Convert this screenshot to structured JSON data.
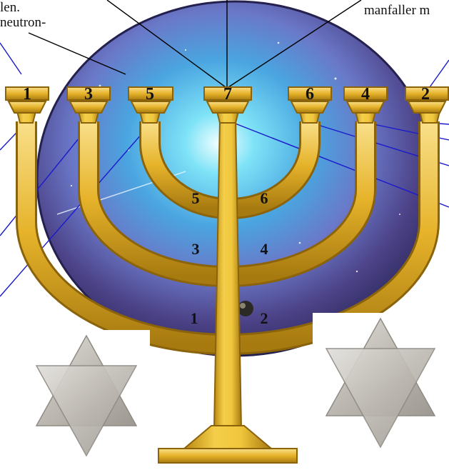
{
  "captions": {
    "left_line_1": "len.",
    "left_line_2": "neutron-",
    "right_line_1": "manfaller m"
  },
  "cups": [
    {
      "label": "1"
    },
    {
      "label": "3"
    },
    {
      "label": "5"
    },
    {
      "label": "7"
    },
    {
      "label": "6"
    },
    {
      "label": "4"
    },
    {
      "label": "2"
    }
  ],
  "arm_labels": [
    "5",
    "6",
    "3",
    "4",
    "1",
    "2"
  ],
  "colors": {
    "gold": "#e9b82c",
    "gold_dark": "#a77a10",
    "gold_light": "#f7dc7a",
    "leader_blue": "#1a1acc",
    "leader_black": "#000000",
    "galaxy_core": "#6fd6f2",
    "galaxy_mid": "#5b77c9",
    "galaxy_outer": "#3d3a78",
    "star_of_david": "#c9c6c0"
  },
  "icons": [
    "menorah",
    "galaxy-disc",
    "star-of-david"
  ]
}
